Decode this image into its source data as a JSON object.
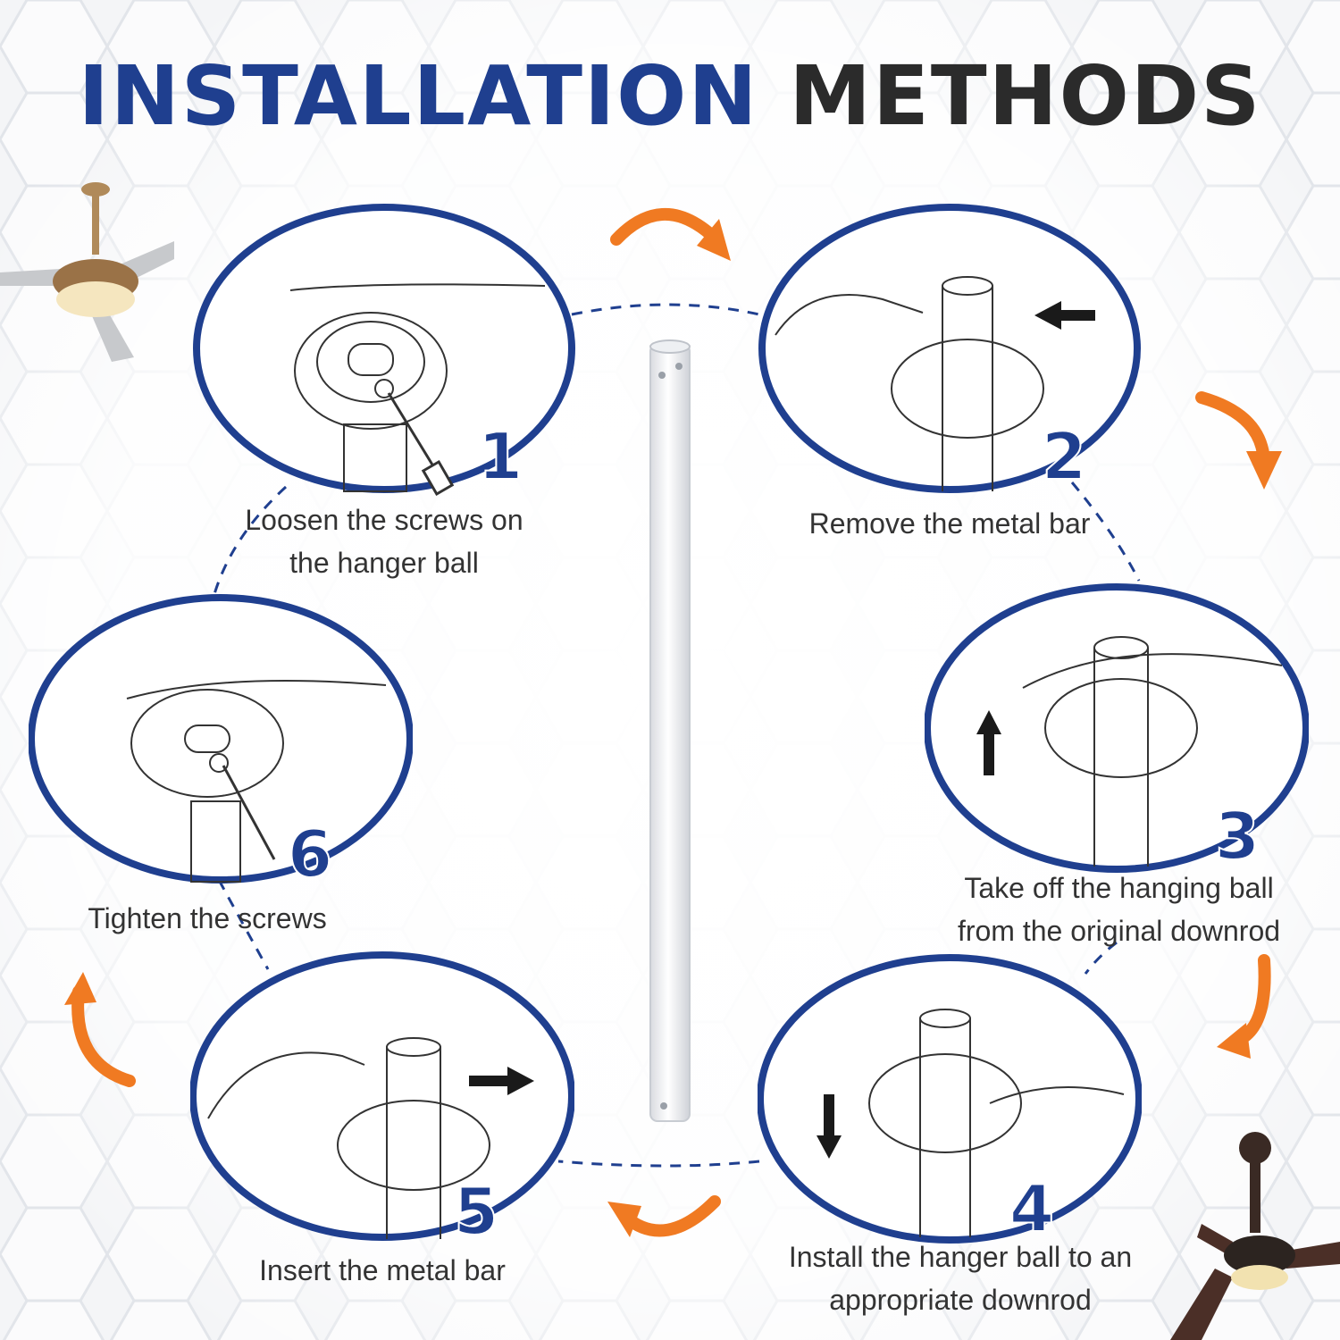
{
  "title": {
    "word1": "INSTALLATION",
    "word2": "METHODS"
  },
  "colors": {
    "accent_blue": "#1f3f8f",
    "arrow_orange": "#f07a22",
    "text_dark": "#2b2b2b"
  },
  "steps": [
    {
      "number": "1",
      "caption_line1": "Loosen the screws on",
      "caption_line2": "the hanger ball"
    },
    {
      "number": "2",
      "caption_line1": "Remove the metal bar",
      "caption_line2": ""
    },
    {
      "number": "3",
      "caption_line1": "Take off the hanging ball",
      "caption_line2": "from the original downrod"
    },
    {
      "number": "4",
      "caption_line1": "Install the hanger ball to an",
      "caption_line2": "appropriate downrod"
    },
    {
      "number": "5",
      "caption_line1": "Insert the metal bar",
      "caption_line2": ""
    },
    {
      "number": "6",
      "caption_line1": "Tighten the screws",
      "caption_line2": ""
    }
  ],
  "icons": [
    "ceiling-fan-icon",
    "orange-arrow-icon",
    "black-arrow-icon",
    "screwdriver-icon",
    "downrod-pipe"
  ]
}
